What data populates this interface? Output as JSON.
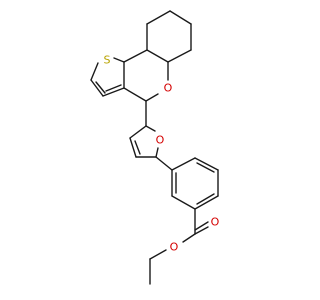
{
  "structure": {
    "atoms": [
      {
        "id": "S1",
        "label": "S",
        "color": "#b8a300"
      },
      {
        "id": "O_pyran",
        "label": "O",
        "color": "#d40000"
      },
      {
        "id": "O_furan",
        "label": "O",
        "color": "#d40000"
      },
      {
        "id": "O_carbonyl",
        "label": "O",
        "color": "#d40000"
      },
      {
        "id": "O_ester",
        "label": "O",
        "color": "#d40000"
      }
    ]
  }
}
